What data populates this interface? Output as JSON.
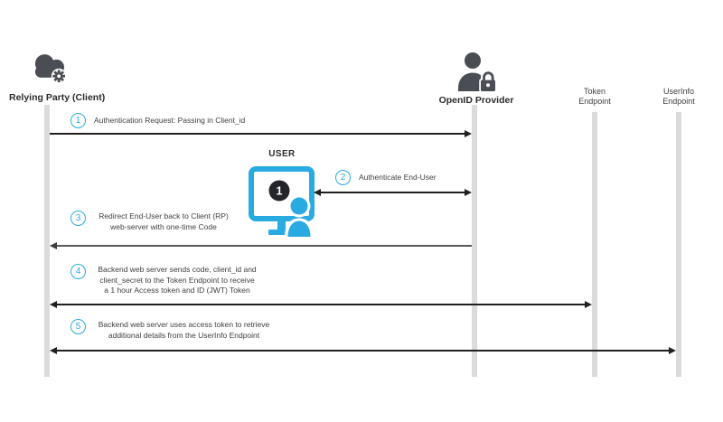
{
  "title": "OpenID Connect authentication flow sequence diagram",
  "colors": {
    "accent_cyan": "#29abe2",
    "icon_dark": "#4a4e54",
    "badge_dark": "#23252b",
    "arrow_black": "#231f20",
    "arrow_gray": "#58595b",
    "lifeline_gray": "#dbdbdc",
    "text_dark": "#414042"
  },
  "actors": {
    "relying_party": {
      "label": "Relying Party (Client)",
      "icon": "cloud-gear-icon"
    },
    "openid_provider": {
      "label": "OpenID Provider",
      "icon": "user-lock-icon"
    },
    "token_endpoint": {
      "label_line1": "Token",
      "label_line2": "Endpoint"
    },
    "userinfo_endpoint": {
      "label_line1": "UserInfo",
      "label_line2": "Endpoint"
    }
  },
  "user": {
    "label": "USER",
    "screen_badge": "1",
    "icon": "monitor-user-icon"
  },
  "steps": [
    {
      "num": "1",
      "lines": [
        "Authentication Request: Passing in Client_id"
      ]
    },
    {
      "num": "2",
      "lines": [
        "Authenticate End-User"
      ]
    },
    {
      "num": "3",
      "lines": [
        "Redirect End-User back to Client (RP)",
        "web-server with one-time Code"
      ]
    },
    {
      "num": "4",
      "lines": [
        "Backend web server sends code, client_id and",
        "client_secret to the Token Endpoint to receive",
        "a 1 hour Access token and ID (JWT) Token"
      ]
    },
    {
      "num": "5",
      "lines": [
        "Backend web server uses access token to retrieve",
        "additional details from the UserInfo Endpoint"
      ]
    }
  ]
}
